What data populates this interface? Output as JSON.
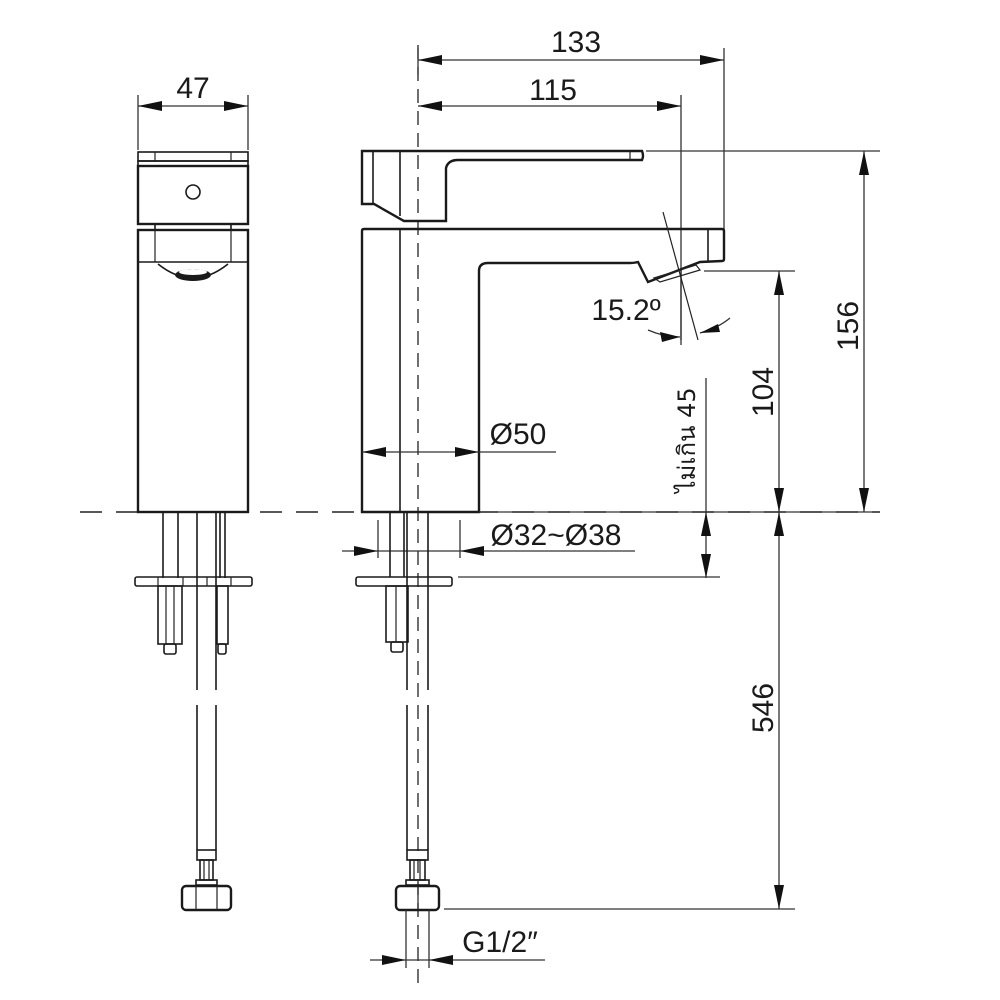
{
  "drawing": {
    "title": "Basin mixer faucet dimension drawing",
    "units": "mm",
    "line_color": "#1a1a1a",
    "background": "#ffffff"
  },
  "side_view": {
    "width_label": "47"
  },
  "front_view": {
    "overall_length_label": "133",
    "spout_reach_label": "115",
    "total_height_label": "156",
    "spout_height_label": "104",
    "spout_angle_label": "15.2º",
    "body_diameter_label": "Ø50",
    "hole_diameter_label": "Ø32~Ø38",
    "max_counter_thickness_label": "ไม่เกิน 45",
    "hose_length_label": "546",
    "connection_thread_label": "G1/2″"
  }
}
